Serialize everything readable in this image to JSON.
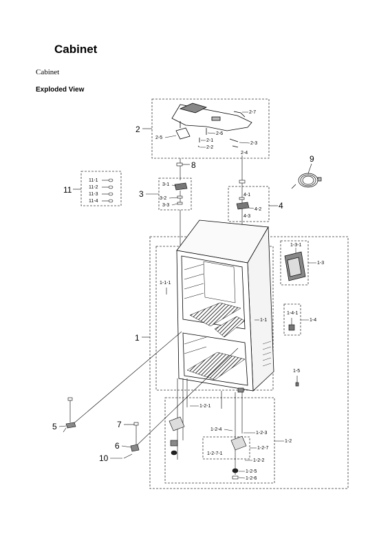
{
  "header": {
    "title": "Cabinet",
    "subtitle": "Cabinet",
    "section": "Exploded View"
  },
  "callouts": {
    "c1": "1",
    "c1_1": "1-1",
    "c1_1_1": "1-1-1",
    "c1_2": "1-2",
    "c1_2_1": "1-2-1",
    "c1_2_2": "1-2-2",
    "c1_2_3": "1-2-3",
    "c1_2_4": "1-2-4",
    "c1_2_5": "1-2-5",
    "c1_2_6": "1-2-6",
    "c1_2_7": "1-2-7",
    "c1_2_7_1": "1-2-7-1",
    "c1_3": "1-3",
    "c1_3_1": "1-3-1",
    "c1_4": "1-4",
    "c1_4_1": "1-4-1",
    "c1_5": "1-5",
    "c2": "2",
    "c2_1": "2-1",
    "c2_2": "2-2",
    "c2_3": "2-3",
    "c2_4": "2-4",
    "c2_5": "2-5",
    "c2_6": "2-6",
    "c2_7": "2-7",
    "c3": "3",
    "c3_1": "3-1",
    "c3_2": "3-2",
    "c3_3": "3-3",
    "c4": "4",
    "c4_1": "4-1",
    "c4_2": "4-2",
    "c4_3": "4-3",
    "c5": "5",
    "c6": "6",
    "c7": "7",
    "c8": "8",
    "c9": "9",
    "c10": "10",
    "c11": "11",
    "c11_1": "11-1",
    "c11_2": "11-2",
    "c11_3": "11-3",
    "c11_4": "11-4"
  },
  "colors": {
    "line": "#000000",
    "shade": "#555555",
    "dashed": "#333333"
  }
}
